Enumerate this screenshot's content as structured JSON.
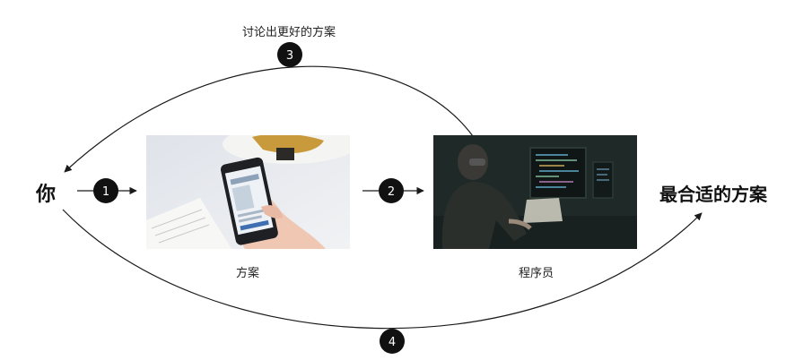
{
  "diagram": {
    "source_node": "你",
    "target_node": "最合适的方案",
    "discussion_label": "讨论出更好的方案",
    "photo_captions": {
      "plan": "方案",
      "programmer": "程序员"
    },
    "step_badges": [
      "1",
      "2",
      "3",
      "4"
    ]
  },
  "colors": {
    "line": "#1a1a1a",
    "badge_fill": "#111111",
    "badge_text": "#ffffff",
    "plan_photo_bg": "#e6e9ee",
    "programmer_photo_bg": "#1f2a28"
  }
}
